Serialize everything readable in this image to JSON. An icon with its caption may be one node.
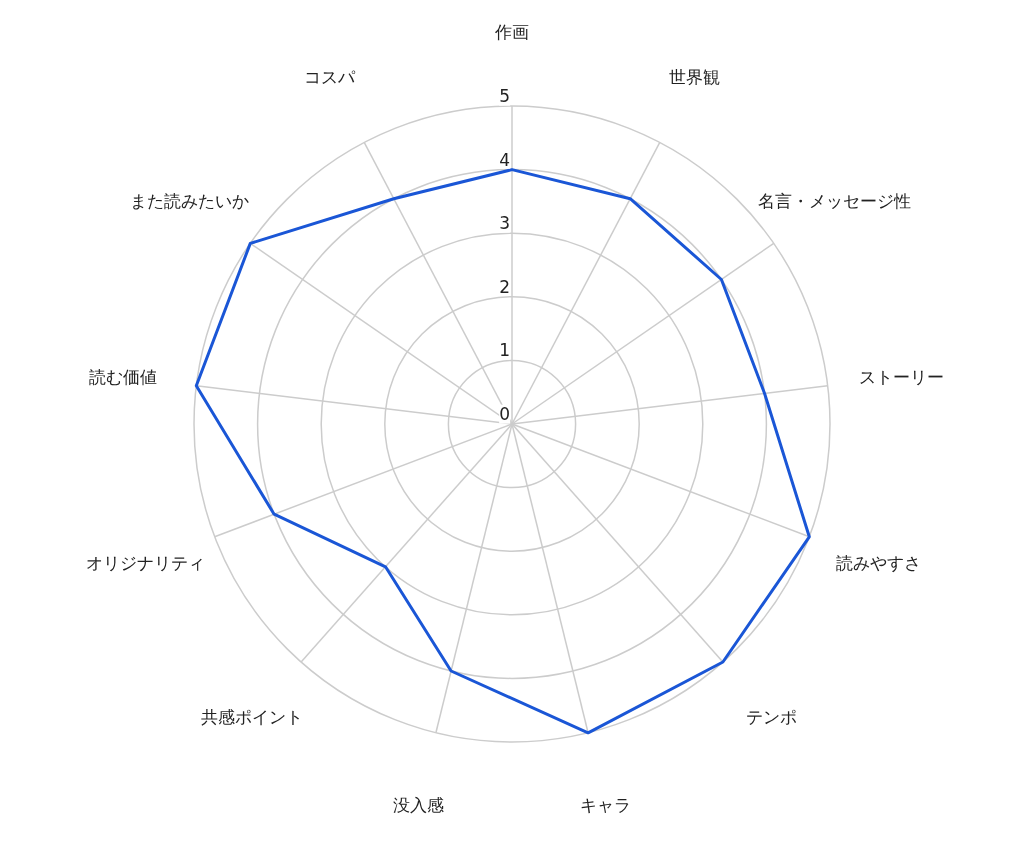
{
  "diagram": {
    "labels": [
      "作画",
      "コスパ",
      "世界観",
      "5",
      "4",
      "また読みたいか",
      "名言・メッセージ性",
      "3",
      "2",
      "1",
      "読む価値",
      "ストーリー",
      "0",
      "オリジナリティ",
      "読みやすさ",
      "共感ポイント",
      "テンポ",
      "没入感",
      "キャラ"
    ]
  }
}
